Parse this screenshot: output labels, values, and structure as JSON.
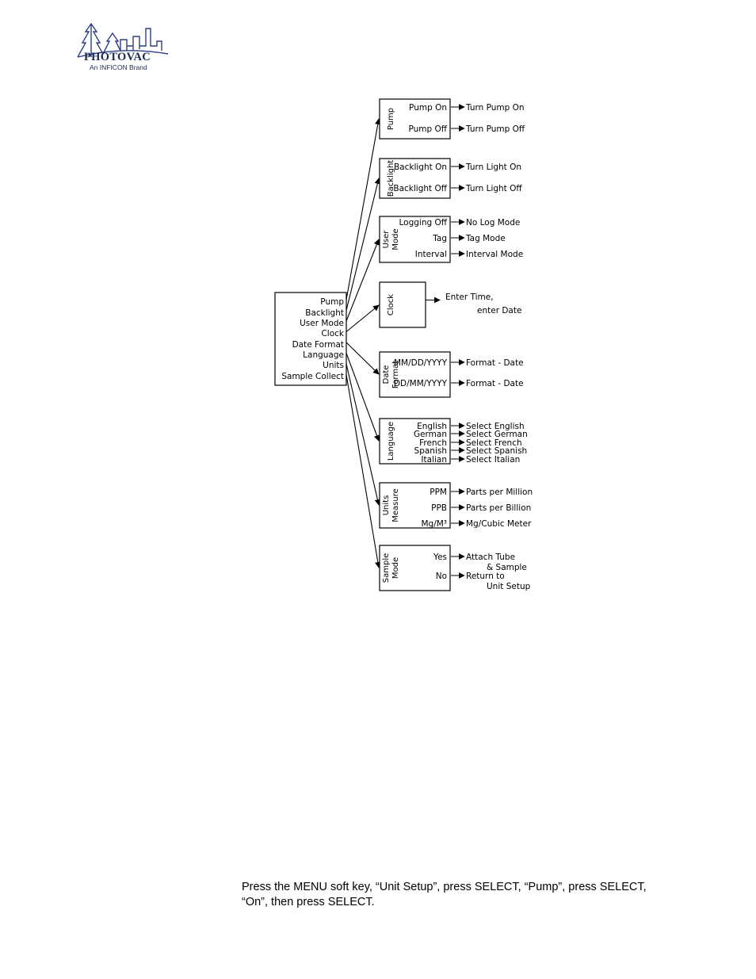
{
  "logo": {
    "name": "PHOTOVAC",
    "tagline": "An INFICON Brand"
  },
  "diagram": {
    "root": {
      "items": [
        "Pump",
        "Backlight",
        "User Mode",
        "Clock",
        "Date Format",
        "Language",
        "Units",
        "Sample Collect"
      ]
    },
    "groups": [
      {
        "title": [
          "Pump"
        ],
        "options": [
          {
            "label": "Pump On",
            "result": [
              "Turn Pump On"
            ]
          },
          {
            "label": "Pump Off",
            "result": [
              "Turn Pump Off"
            ]
          }
        ]
      },
      {
        "title": [
          "Backlight"
        ],
        "options": [
          {
            "label": "Backlight On",
            "result": [
              "Turn Light On"
            ]
          },
          {
            "label": "Backlight Off",
            "result": [
              "Turn Light Off"
            ]
          }
        ]
      },
      {
        "title": [
          "User",
          "Mode"
        ],
        "options": [
          {
            "label": "Logging Off",
            "result": [
              "No Log Mode"
            ]
          },
          {
            "label": "Tag",
            "result": [
              "Tag Mode"
            ]
          },
          {
            "label": "Interval",
            "result": [
              "Interval Mode"
            ]
          }
        ]
      },
      {
        "title": [
          "Clock"
        ],
        "options": [],
        "result": [
          "Enter Time,",
          "enter Date"
        ]
      },
      {
        "title": [
          "Date",
          "Format"
        ],
        "options": [
          {
            "label": "MM/DD/YYYY",
            "result": [
              "Format - Date"
            ]
          },
          {
            "label": "DD/MM/YYYY",
            "result": [
              "Format - Date"
            ]
          }
        ]
      },
      {
        "title": [
          "Language"
        ],
        "options": [
          {
            "label": "English",
            "result": [
              "Select English"
            ]
          },
          {
            "label": "German",
            "result": [
              "Select German"
            ]
          },
          {
            "label": "French",
            "result": [
              "Select French"
            ]
          },
          {
            "label": "Spanish",
            "result": [
              "Select Spanish"
            ]
          },
          {
            "label": "Italian",
            "result": [
              "Select Italian"
            ]
          }
        ]
      },
      {
        "title": [
          "Units",
          "Measure"
        ],
        "options": [
          {
            "label": "PPM",
            "result": [
              "Parts per Million"
            ]
          },
          {
            "label": "PPB",
            "result": [
              "Parts per Billion"
            ]
          },
          {
            "label": "Mg/M³",
            "result": [
              "Mg/Cubic Meter"
            ]
          }
        ]
      },
      {
        "title": [
          "Sample",
          "Mode"
        ],
        "options": [
          {
            "label": "Yes",
            "result": [
              "Attach Tube",
              "& Sample"
            ]
          },
          {
            "label": "No",
            "result": [
              "Return to",
              "Unit Setup"
            ]
          }
        ]
      }
    ]
  },
  "instruction": {
    "text": "Press the MENU soft key, “Unit Setup”, press SELECT, “Pump”, press SELECT, “On”, then press SELECT."
  }
}
